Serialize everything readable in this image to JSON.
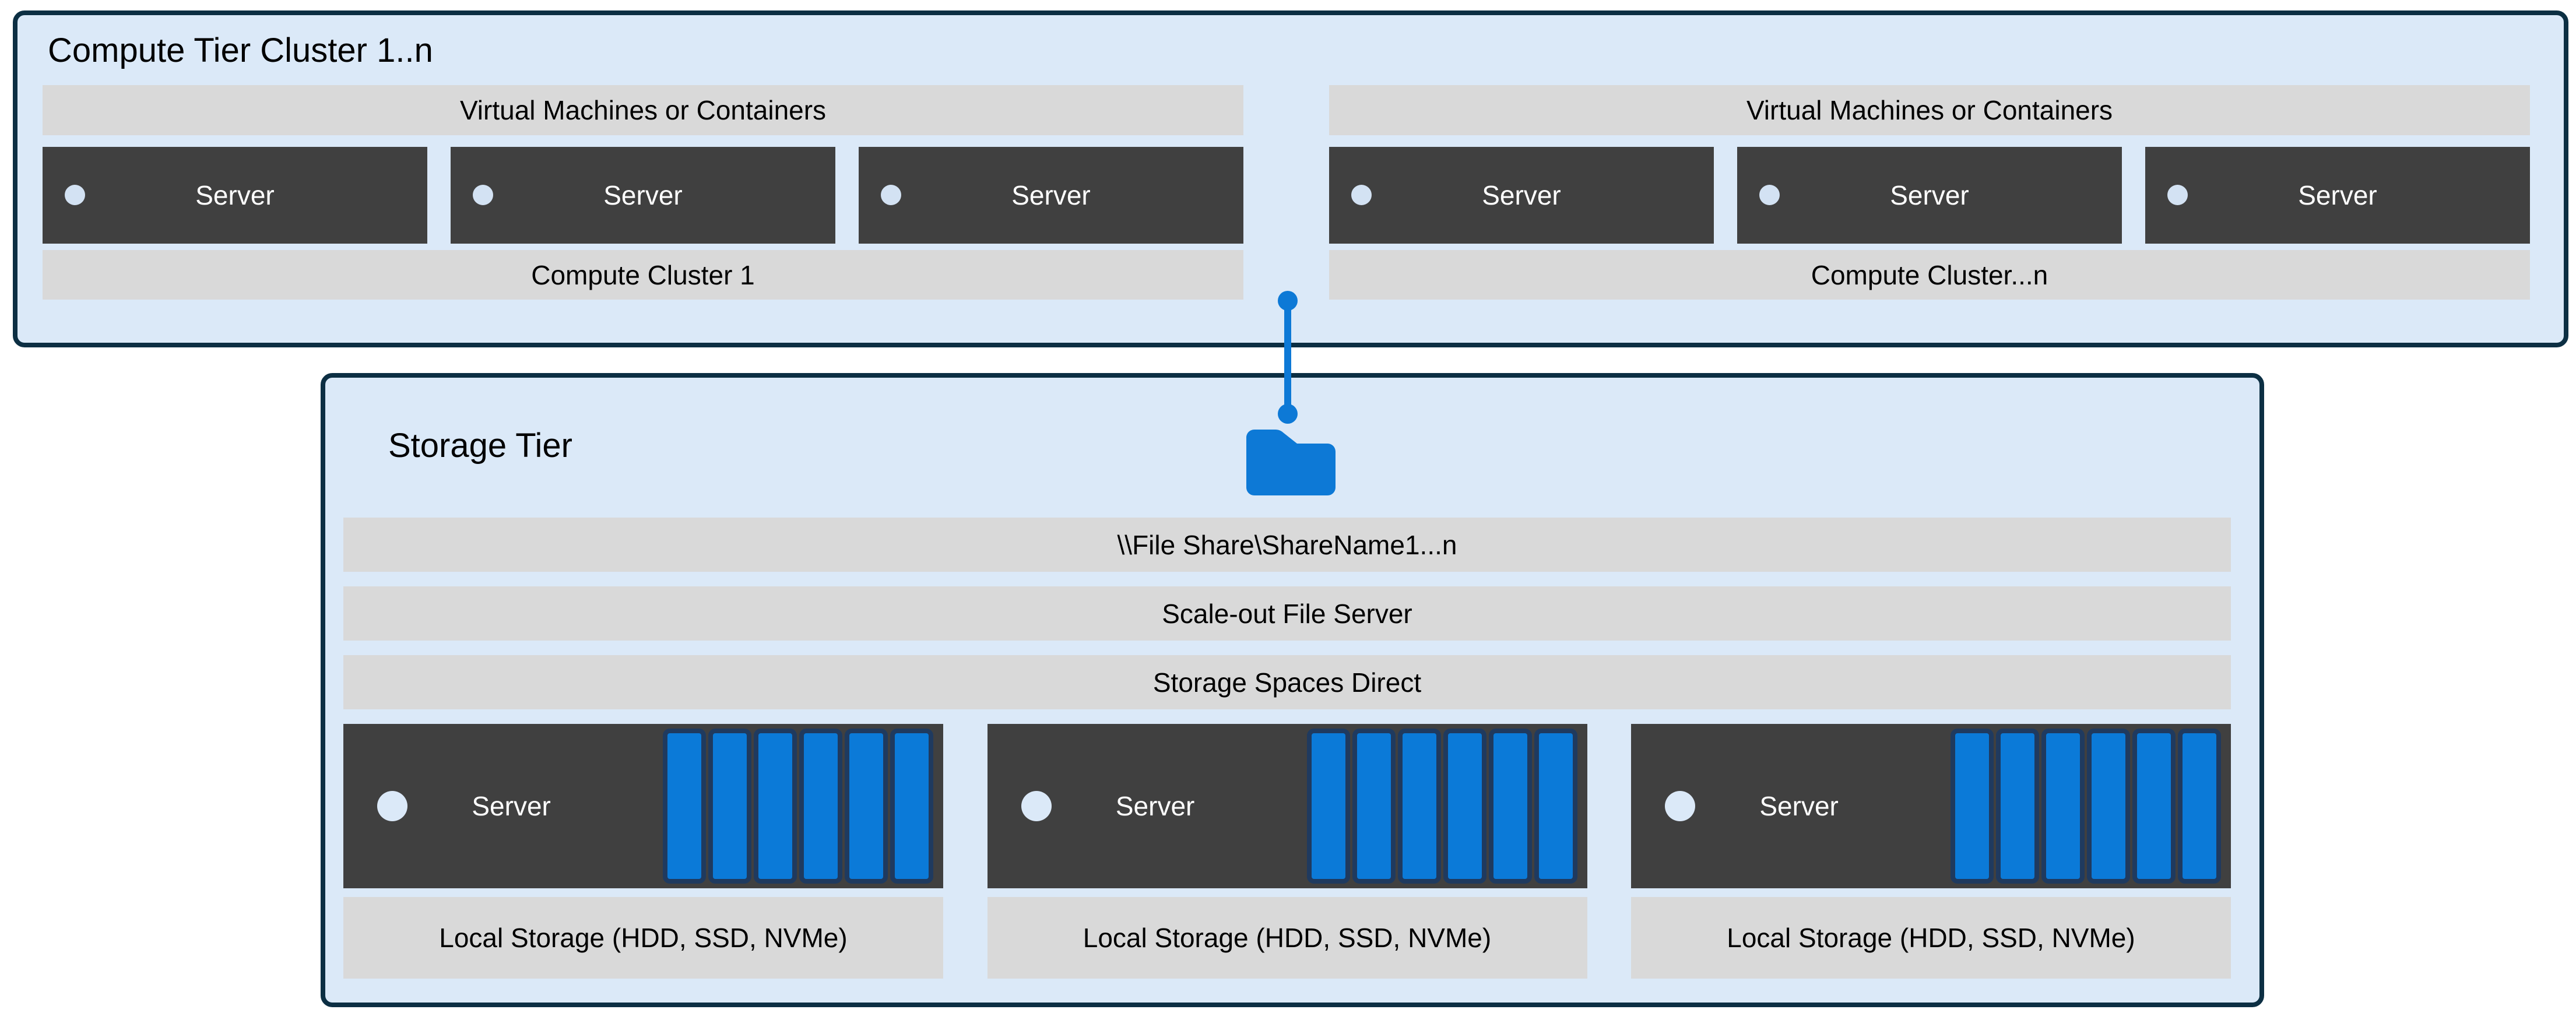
{
  "diagram": {
    "compute_tier": {
      "title": "Compute Tier Cluster 1..n",
      "clusters": [
        {
          "vm_bar": "Virtual Machines or Containers",
          "servers": [
            "Server",
            "Server",
            "Server"
          ],
          "cluster_bar": "Compute Cluster 1"
        },
        {
          "vm_bar": "Virtual Machines or Containers",
          "servers": [
            "Server",
            "Server",
            "Server"
          ],
          "cluster_bar": "Compute Cluster...n"
        }
      ]
    },
    "storage_tier": {
      "title": "Storage Tier",
      "file_share_bar": "\\\\File Share\\ShareName1...n",
      "scale_out_bar": "Scale-out File Server",
      "s2d_bar": "Storage Spaces Direct",
      "nodes": [
        {
          "server": "Server",
          "disk_count": 6,
          "local_storage_bar": "Local Storage (HDD, SSD, NVMe)"
        },
        {
          "server": "Server",
          "disk_count": 6,
          "local_storage_bar": "Local Storage (HDD, SSD, NVMe)"
        },
        {
          "server": "Server",
          "disk_count": 6,
          "local_storage_bar": "Local Storage (HDD, SSD, NVMe)"
        }
      ]
    },
    "icons": {
      "folder": "folder-icon",
      "connector": "compute-to-storage-connector",
      "server_led": "led-dot",
      "disk": "disk-drive"
    },
    "colors": {
      "tier_fill": "#dbe9f8",
      "tier_border": "#0c2f43",
      "bar_gray": "#d9d9d9",
      "server_dark": "#404040",
      "accent_blue": "#0d79d6",
      "disk_fill": "#0b7ad8",
      "disk_border": "#1f3a5f"
    }
  }
}
